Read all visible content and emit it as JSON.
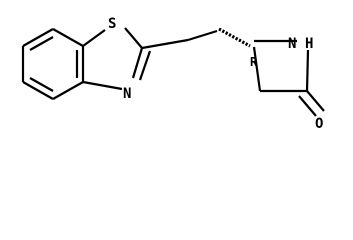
{
  "molecule": {
    "atoms": {
      "sulfur": "S",
      "thiazole_nitrogen": "N",
      "azetidinone_nitrogen": "N",
      "hydrogen": "H",
      "carbonyl_oxygen": "O"
    },
    "stereo_descriptor": "R"
  }
}
